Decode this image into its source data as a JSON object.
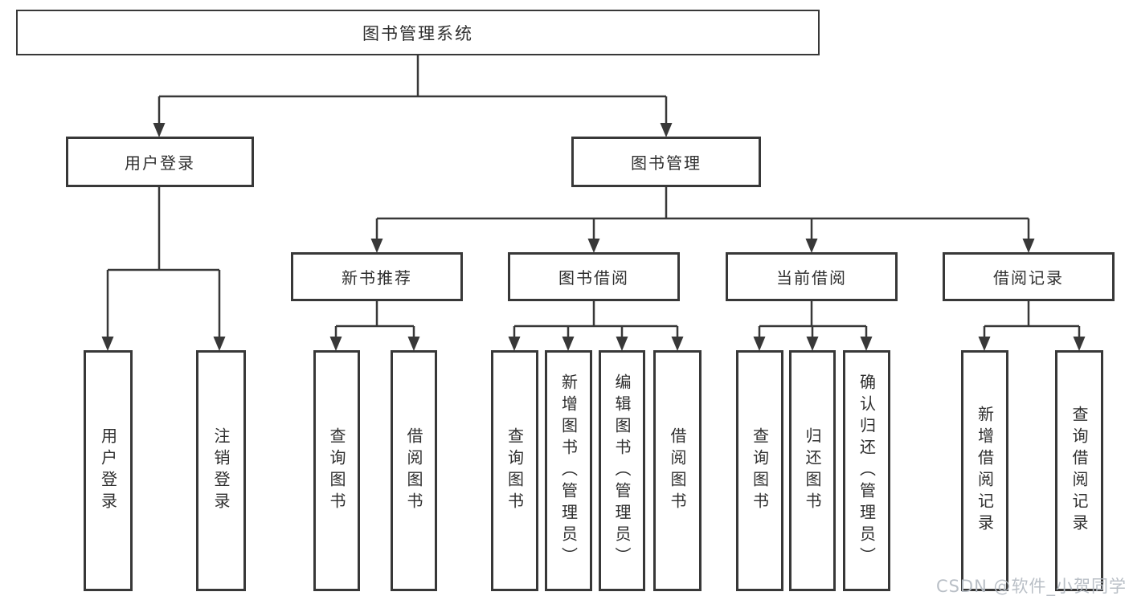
{
  "diagram": {
    "root": {
      "label": "图书管理系统"
    },
    "branches": [
      {
        "label": "用户登录",
        "children": [
          {
            "label": "用户登录"
          },
          {
            "label": "注销登录"
          }
        ]
      },
      {
        "label": "图书管理",
        "children": [
          {
            "label": "新书推荐",
            "children": [
              {
                "label": "查询图书"
              },
              {
                "label": "借阅图书"
              }
            ]
          },
          {
            "label": "图书借阅",
            "children": [
              {
                "label": "查询图书"
              },
              {
                "label": "新增图书（管理员）"
              },
              {
                "label": "编辑图书（管理员）"
              },
              {
                "label": "借阅图书"
              }
            ]
          },
          {
            "label": "当前借阅",
            "children": [
              {
                "label": "查询图书"
              },
              {
                "label": "归还图书"
              },
              {
                "label": "确认归还（管理员）"
              }
            ]
          },
          {
            "label": "借阅记录",
            "children": [
              {
                "label": "新增借阅记录"
              },
              {
                "label": "查询借阅记录"
              }
            ]
          }
        ]
      }
    ]
  },
  "watermark": {
    "text": "CSDN @软件_小贺同学"
  },
  "colors": {
    "line": "#383838",
    "box_border": "#383838",
    "text": "#2f2f2f",
    "watermark": "#b6bcc4",
    "background": "#ffffff"
  }
}
